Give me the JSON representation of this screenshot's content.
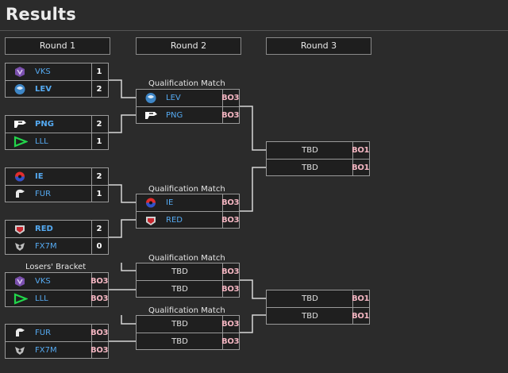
{
  "page": {
    "title": "Results"
  },
  "rounds": [
    "Round 1",
    "Round 2",
    "Round 3"
  ],
  "labels": {
    "qualification": "Qualification Match",
    "losers": "Losers' Bracket"
  },
  "matches": {
    "r1m1": {
      "t1": "VKS",
      "s1": "1",
      "t2": "LEV",
      "s2": "2"
    },
    "r1m2": {
      "t1": "PNG",
      "s1": "2",
      "t2": "LLL",
      "s2": "1"
    },
    "r1m3": {
      "t1": "IE",
      "s1": "2",
      "t2": "FUR",
      "s2": "1"
    },
    "r1m4": {
      "t1": "RED",
      "s1": "2",
      "t2": "FX7M",
      "s2": "0"
    },
    "lb1": {
      "t1": "VKS",
      "s1": "BO3",
      "t2": "LLL",
      "s2": "BO3"
    },
    "lb2": {
      "t1": "FUR",
      "s1": "BO3",
      "t2": "FX7M",
      "s2": "BO3"
    },
    "r2m1": {
      "t1": "LEV",
      "s1": "BO3",
      "t2": "PNG",
      "s2": "BO3"
    },
    "r2m2": {
      "t1": "IE",
      "s1": "BO3",
      "t2": "RED",
      "s2": "BO3"
    },
    "r2m3": {
      "t1": "TBD",
      "s1": "BO3",
      "t2": "TBD",
      "s2": "BO3"
    },
    "r2m4": {
      "t1": "TBD",
      "s1": "BO3",
      "t2": "TBD",
      "s2": "BO3"
    },
    "r3m1": {
      "t1": "TBD",
      "s1": "BO1",
      "t2": "TBD",
      "s2": "BO1"
    },
    "r3m2": {
      "t1": "TBD",
      "s1": "BO1",
      "t2": "TBD",
      "s2": "BO1"
    }
  },
  "icons": {
    "VKS": "vks-logo-icon",
    "LEV": "lev-logo-icon",
    "PNG": "png-logo-icon",
    "LLL": "lll-logo-icon",
    "IE": "ie-logo-icon",
    "FUR": "fur-logo-icon",
    "RED": "red-logo-icon",
    "FX7M": "fx7m-logo-icon"
  },
  "colors": {
    "background": "#2b2b2b",
    "team_name": "#55aaf2",
    "format": "#f4b6c2",
    "border": "#9a9a9a",
    "lll_green": "#22d64b"
  }
}
